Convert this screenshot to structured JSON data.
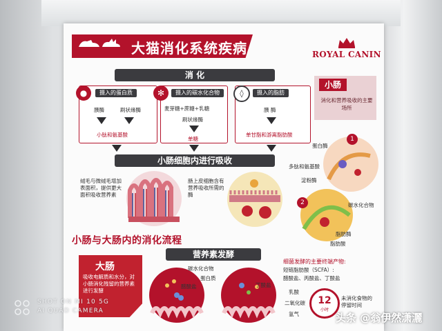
{
  "poster": {
    "title": "大猫消化系统疾病",
    "brand": "ROYAL CANIN",
    "digestion_header": "消 化",
    "columns": [
      {
        "icon": "meat-icon",
        "header": "摄入的蛋白质",
        "enzymes": [
          "胰酶",
          "刷状缘酶"
        ],
        "result": "小肽和氨基酸"
      },
      {
        "icon": "grain-icon",
        "header": "摄入的碳水化合物",
        "enzymes": [
          "麦芽糖+蔗糖+乳糖",
          "刷状缘酶"
        ],
        "result": "单糖"
      },
      {
        "icon": "drop-icon",
        "header": "摄入的脂肪",
        "enzymes": [
          "胰 酶"
        ],
        "result": "单甘脂和游离脂肪酸"
      }
    ],
    "small_intestine": {
      "title": "小肠",
      "desc": "消化和营养吸收的主要场所"
    },
    "absorption_header": "小肠细胞内进行吸收",
    "villi_text": "绒毛与微绒毛增加表面积，提供更大面积吸收营养素",
    "cell_text": "肠上皮细胞含有营养吸收所需的酶",
    "labels_right": [
      "蛋白酶",
      "多肽和氨基酸",
      "淀粉酶",
      "碳水化合物",
      "脂肪酶",
      "脂肪酸"
    ],
    "step_numbers": [
      "1",
      "2"
    ],
    "flow_title": "小肠与大肠内的消化流程",
    "nutrient_header": "营养素发酵",
    "large_intestine": {
      "title": "大肠",
      "desc": "吸收电解质和水分，对小肠消化残留的营养素进行发酵"
    },
    "fermentation_labels": [
      "碳水化合物",
      "蛋白质",
      "醋酸盐",
      "丁酸盐"
    ],
    "bacteria_title": "细菌发酵的主要终端产物:",
    "scfa_line": "短链脂肪酸（SCFA）:",
    "scfa_list": "醋酸盐、丙酸盐、丁酸盐",
    "gases": [
      "乳酸",
      "二氧化碳",
      "氢气"
    ],
    "clock": {
      "number": "12",
      "unit": "小时"
    },
    "clock_note": "未消化食物的停留时间"
  },
  "overlay": {
    "watermark_line1": "SHOT ON MI 10 5G",
    "watermark_line2": "AI QUAD CAMERA",
    "source": "头条 @翁伊然潇灑"
  },
  "colors": {
    "brand_red": "#b3122b",
    "dark": "#3b3b3f",
    "pink": "#ead1d4"
  }
}
